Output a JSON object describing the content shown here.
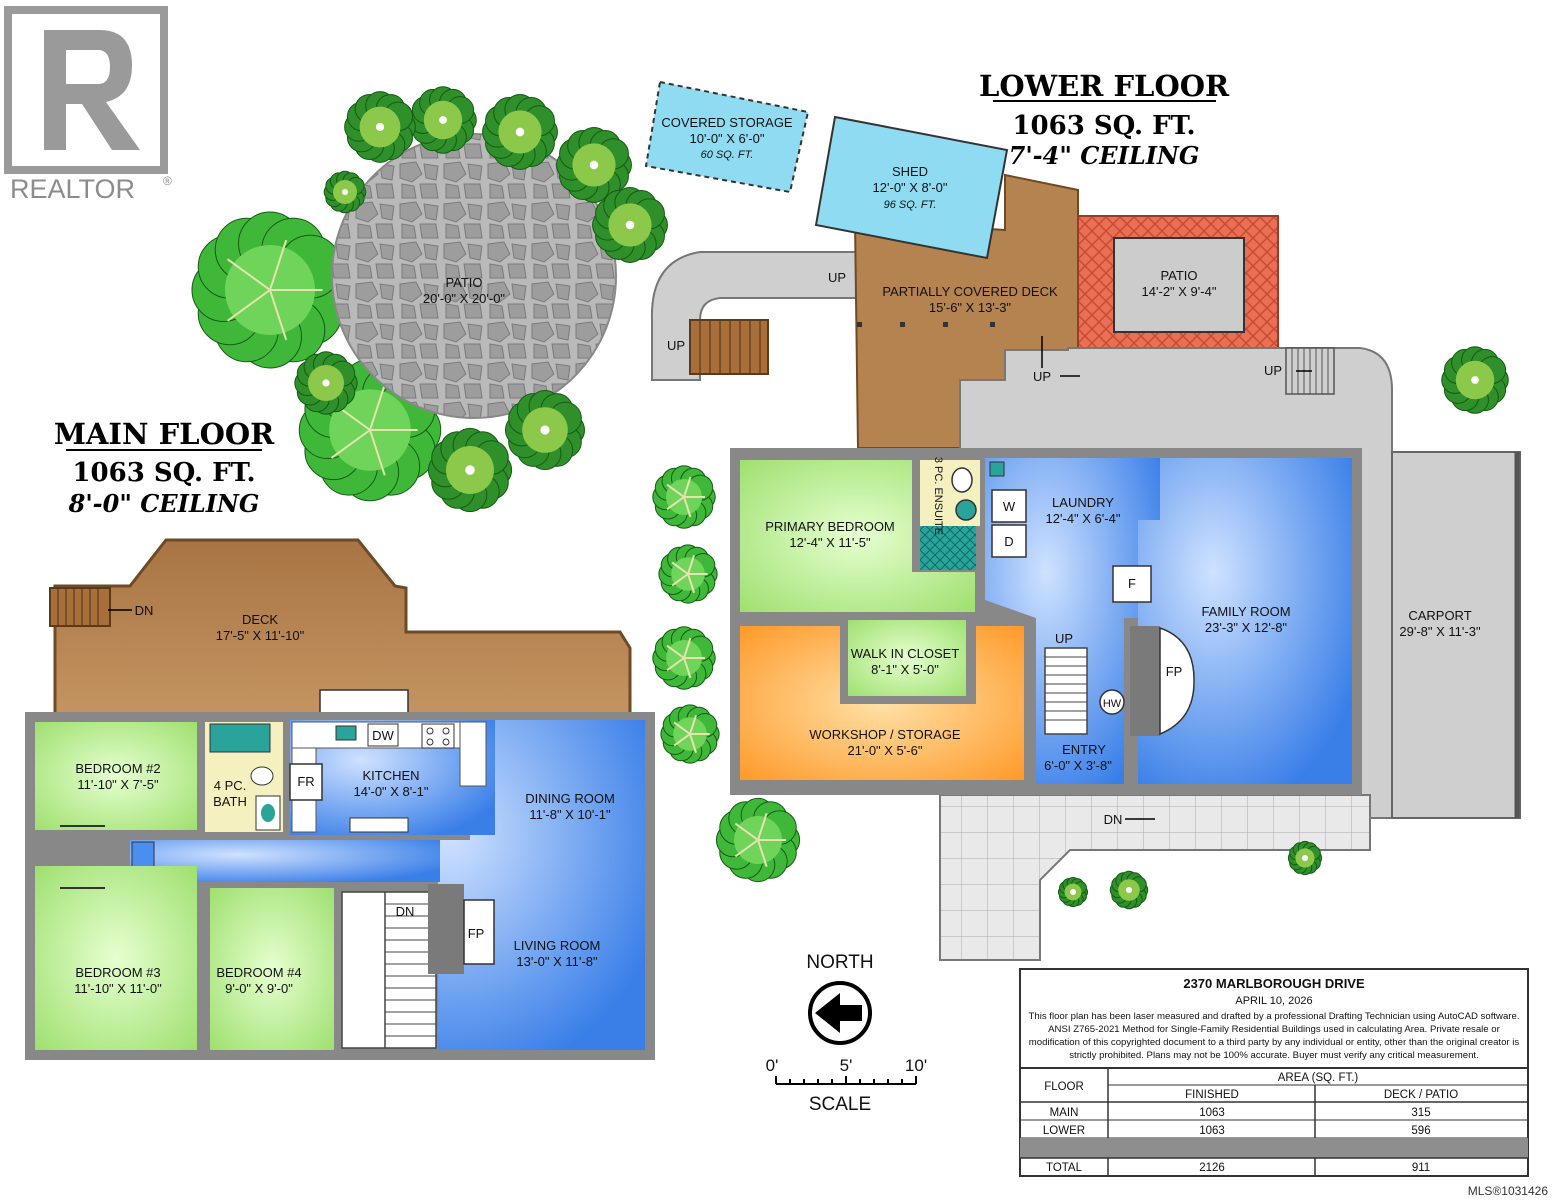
{
  "logo": {
    "text": "REALTOR",
    "mark": "®"
  },
  "lower_floor": {
    "title": "LOWER FLOOR",
    "area": "1063 SQ. FT.",
    "ceiling": "7'-4\" CEILING"
  },
  "main_floor": {
    "title": "MAIN FLOOR",
    "area": "1063 SQ. FT.",
    "ceiling": "8'-0\" CEILING"
  },
  "rooms": {
    "covered_storage": {
      "name": "COVERED STORAGE",
      "dims": "10'-0\" X 6'-0\"",
      "area": "60 SQ. FT."
    },
    "shed": {
      "name": "SHED",
      "dims": "12'-0\" X 8'-0\"",
      "area": "96 SQ. FT."
    },
    "patio_round": {
      "name": "PATIO",
      "dims": "20'-0\" X 20'-0\""
    },
    "patio_brick": {
      "name": "PATIO",
      "dims": "14'-2\" X 9'-4\""
    },
    "covered_deck": {
      "name": "PARTIALLY COVERED DECK",
      "dims": "15'-6\" X 13'-3\""
    },
    "primary_bedroom": {
      "name": "PRIMARY BEDROOM",
      "dims": "12'-4\" X 11'-5\""
    },
    "ensuite": {
      "name": "3 PC. ENSUITE"
    },
    "laundry": {
      "name": "LAUNDRY",
      "dims": "12'-4\" X 6'-4\""
    },
    "family_room": {
      "name": "FAMILY ROOM",
      "dims": "23'-3\" X 12'-8\""
    },
    "carport": {
      "name": "CARPORT",
      "dims": "29'-8\" X 11'-3\""
    },
    "walk_in_closet": {
      "name": "WALK IN CLOSET",
      "dims": "8'-1\" X 5'-0\""
    },
    "workshop": {
      "name": "WORKSHOP / STORAGE",
      "dims": "21'-0\" X 5'-6\""
    },
    "entry": {
      "name": "ENTRY",
      "dims": "6'-0\" X 3'-8\""
    },
    "deck": {
      "name": "DECK",
      "dims": "17'-5\" X 11'-10\""
    },
    "bedroom2": {
      "name": "BEDROOM #2",
      "dims": "11'-10\" X 7'-5\""
    },
    "bath4": {
      "name": "4 PC. BATH"
    },
    "kitchen": {
      "name": "KITCHEN",
      "dims": "14'-0\" X 8'-1\""
    },
    "dining_room": {
      "name": "DINING ROOM",
      "dims": "11'-8\" X 10'-1\""
    },
    "living_room": {
      "name": "LIVING ROOM",
      "dims": "13'-0\" X 11'-8\""
    },
    "bedroom3": {
      "name": "BEDROOM #3",
      "dims": "11'-10\" X 11'-0\""
    },
    "bedroom4": {
      "name": "BEDROOM #4",
      "dims": "9'-0\" X 9'-0\""
    }
  },
  "fixtures": {
    "washer": "W",
    "dryer": "D",
    "furnace": "F",
    "fireplace": "FP",
    "hot_water": "HW",
    "fridge": "FR",
    "dishwasher": "DW",
    "up": "UP",
    "down": "DN"
  },
  "compass": {
    "label": "NORTH"
  },
  "scale": {
    "ticks": [
      "0'",
      "5'",
      "10'"
    ],
    "label": "SCALE"
  },
  "info": {
    "address": "2370 MARLBOROUGH DRIVE",
    "date": "APRIL 10, 2026",
    "note": [
      "This floor plan has been laser measured and drafted by a professional Drafting Technician using AutoCAD software.",
      "ANSI Z765-2021 Method for Single-Family Residential Buildings used in calculating Area. Private resale or",
      "modification of this copyrighted document to a third party by any individual or entity, other than the original creator is",
      "strictly prohibited. Plans may not be 100% accurate.  Buyer must verify any critical measurement."
    ]
  },
  "area_table": {
    "col_floor": "FLOOR",
    "col_area": "AREA (SQ. FT.)",
    "col_finished": "FINISHED",
    "col_deck": "DECK / PATIO",
    "rows": [
      {
        "floor": "MAIN",
        "finished": "1063",
        "deck": "315"
      },
      {
        "floor": "LOWER",
        "finished": "1063",
        "deck": "596"
      }
    ],
    "total": {
      "floor": "TOTAL",
      "finished": "2126",
      "deck": "911"
    }
  },
  "mls": "MLS®1031426",
  "colors": {
    "bedroom_green": "#b7ec8a",
    "blue_room": "#4a8ff0",
    "workshop_orange": "#ffa53a",
    "deck_brown": "#b5834f",
    "concrete": "#cfcfcf",
    "brick": "#e8715a",
    "shed_blue": "#8fdcf2"
  }
}
